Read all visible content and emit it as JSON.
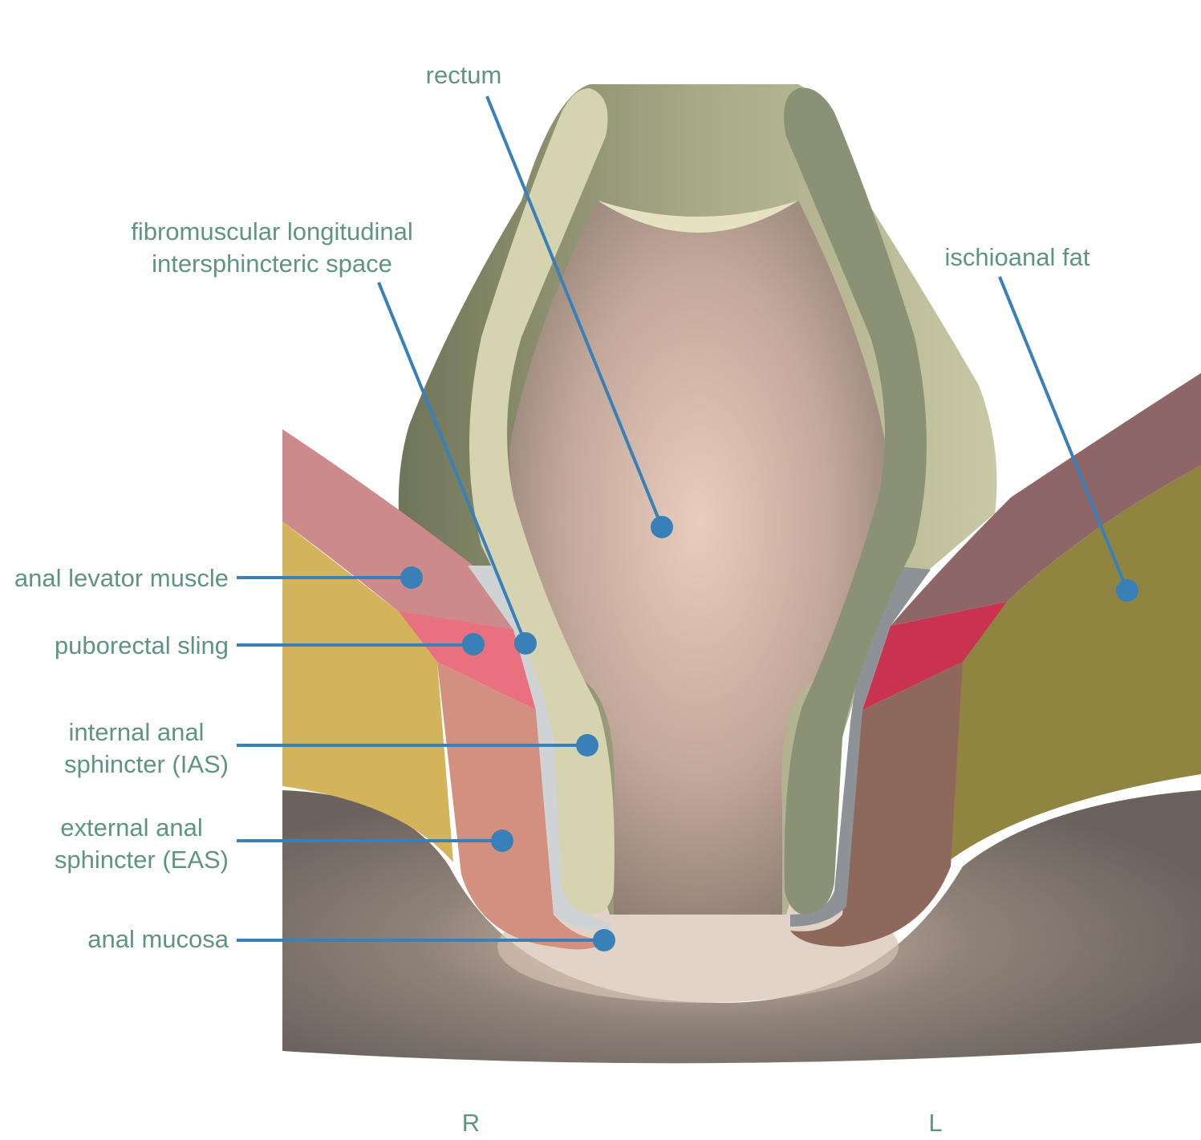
{
  "labels": {
    "rectum": "rectum",
    "fibromuscular_line1": "fibromuscular longitudinal",
    "fibromuscular_line2": "intersphincteric space",
    "ischioanal_fat": "ischioanal fat",
    "anal_levator_muscle": "anal levator muscle",
    "puborectal_sling": "puborectal sling",
    "ias_line1": "internal anal",
    "ias_line2": "sphincter (IAS)",
    "eas_line1": "external anal",
    "eas_line2": "sphincter (EAS)",
    "anal_mucosa": "anal mucosa"
  },
  "orientation": {
    "right": "R",
    "left": "L"
  },
  "colors": {
    "label_text": "#5f9484",
    "leader": "#3a80b8"
  }
}
